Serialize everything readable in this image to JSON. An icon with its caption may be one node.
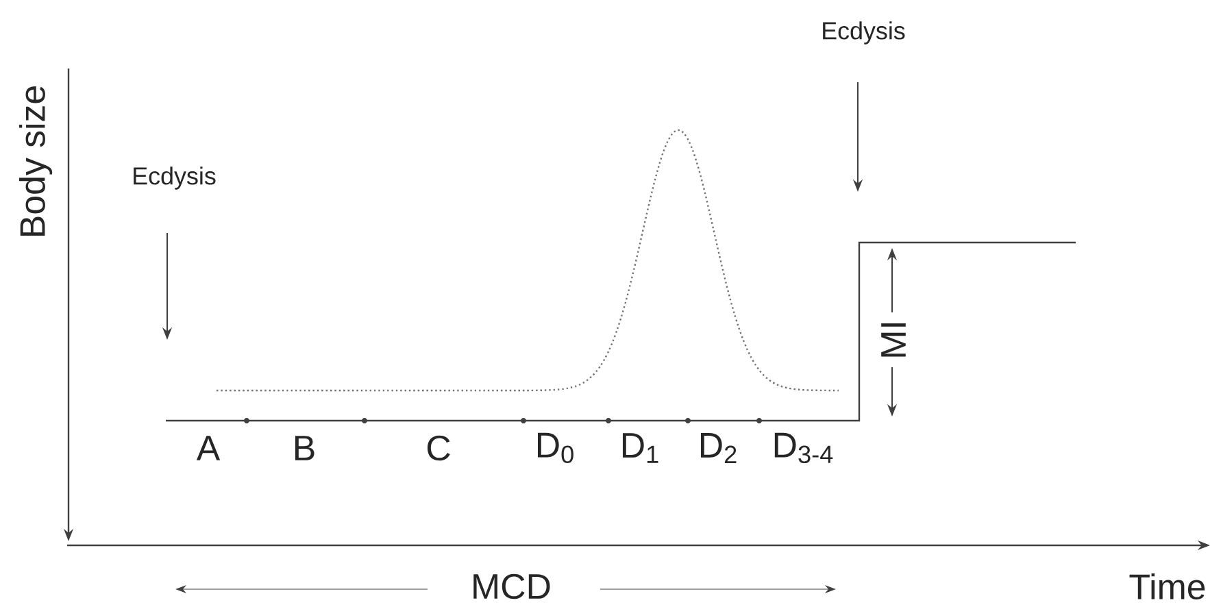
{
  "diagram": {
    "labels": [
      "Body size",
      "Ecdysis",
      "Ecdysis",
      "A",
      "B",
      "C",
      "D$_{0}$",
      "D$_{1}$",
      "D$_{2}$",
      "D$_{3-4}$",
      "MI",
      "MCD",
      "Time"
    ]
  }
}
